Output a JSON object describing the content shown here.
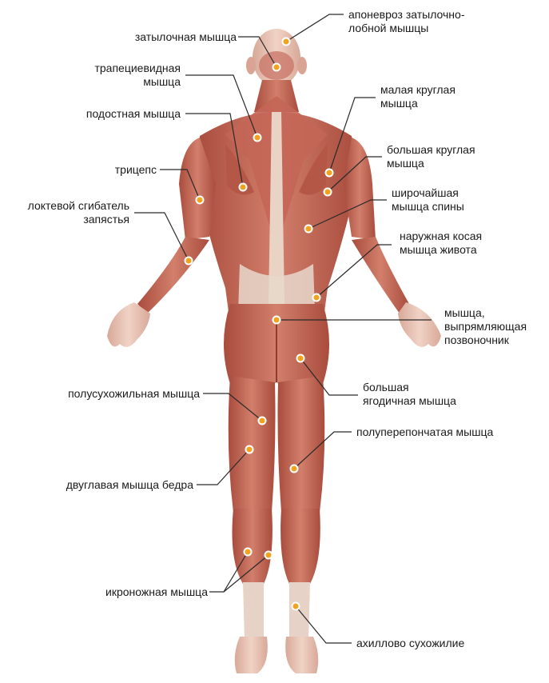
{
  "labels": {
    "occipital": "затылочная мышца",
    "aponeurosis_1": "апоневроз затылочно-",
    "aponeurosis_2": "лобной мышцы",
    "trapezius_1": "трапециевидная",
    "trapezius_2": "мышца",
    "teres_minor_1": "малая круглая",
    "teres_minor_2": "мышца",
    "infraspinatus": "подостная мышца",
    "teres_major_1": "большая круглая",
    "teres_major_2": "мышца",
    "triceps": "трицепс",
    "latissimus_1": "широчайшая",
    "latissimus_2": "мышца спины",
    "flexor_ulnaris_1": "локтевой сгибатель",
    "flexor_ulnaris_2": "запястья",
    "external_oblique_1": "наружная косая",
    "external_oblique_2": "мышца живота",
    "erector_1": "мышца,",
    "erector_2": "выпрямляющая",
    "erector_3": "позвоночник",
    "gluteus_1": "большая",
    "gluteus_2": "ягодичная мышца",
    "semitendinosus": "полусухожильная мышца",
    "semimembranosus": "полуперепончатая мышца",
    "biceps_femoris": "двуглавая мышца бедра",
    "gastrocnemius": "икроножная мышца",
    "achilles": "ахиллово сухожилие"
  },
  "colors": {
    "muscle": "#c96b5a",
    "muscle_dark": "#a4483a",
    "tendon": "#ead9cc",
    "skin": "#e9c3b2",
    "marker": "#f2a21f",
    "leader": "#2a2a2a"
  }
}
